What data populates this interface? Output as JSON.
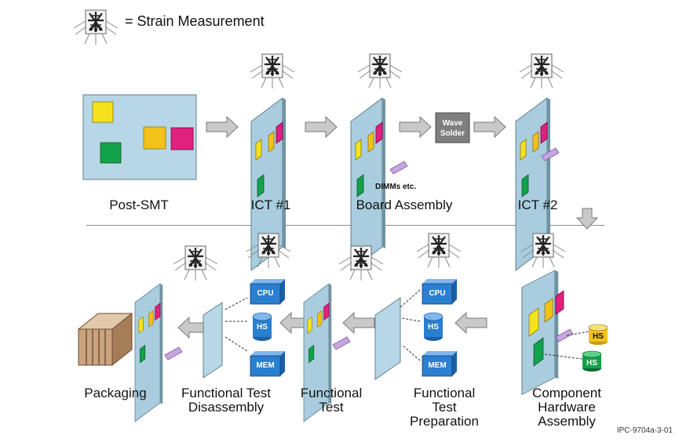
{
  "legend": {
    "text": "= Strain Measurement"
  },
  "caption": "IPC-9704a-3-01",
  "top_row": [
    {
      "id": "post-smt",
      "label": "Post-SMT"
    },
    {
      "id": "ict1",
      "label": "ICT #1"
    },
    {
      "id": "board-assembly",
      "label": "Board Assembly"
    },
    {
      "id": "ict2",
      "label": "ICT #2"
    }
  ],
  "wave_solder": {
    "line1": "Wave",
    "line2": "Solder"
  },
  "dimms_label": "DIMMs etc.",
  "bottom_row": [
    {
      "id": "packaging",
      "label": "Packaging"
    },
    {
      "id": "ft-disassembly",
      "label": "Functional Test\nDisassembly"
    },
    {
      "id": "functional-test",
      "label": "Functional\nTest"
    },
    {
      "id": "ft-preparation",
      "label": "Functional\nTest\nPreparation"
    },
    {
      "id": "hw-assembly",
      "label": "Component\nHardware\nAssembly"
    }
  ],
  "components": {
    "cpu": "CPU",
    "hs": "HS",
    "mem": "MEM"
  },
  "colors": {
    "board": "#b7d7e6",
    "yellow": "#f4e21c",
    "green": "#12a24a",
    "magenta": "#e0217d",
    "gold": "#f2c11a",
    "lavender": "#c7a6e0",
    "blue": "#2a7fd1",
    "arrow": "#bdbdbd",
    "wave": "#7f7f7f"
  }
}
